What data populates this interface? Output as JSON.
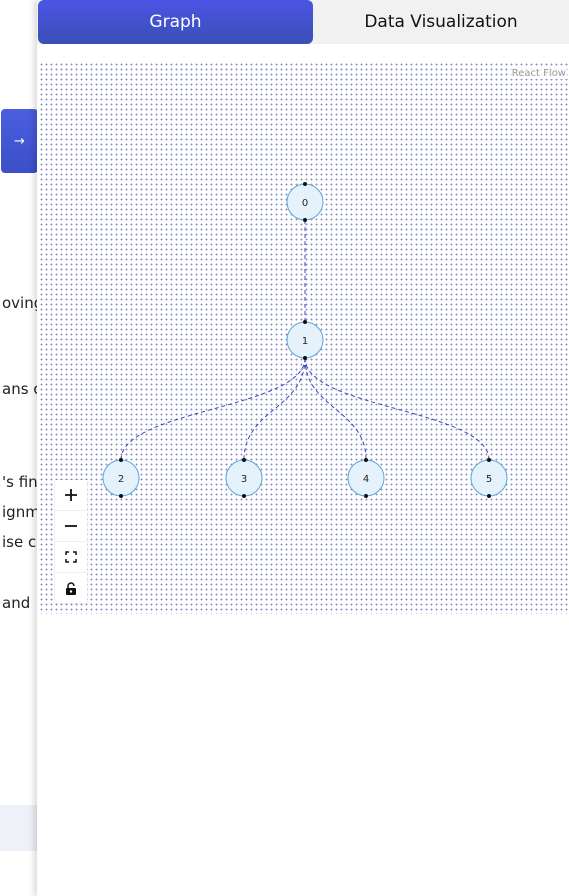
{
  "background": {
    "button_glyph": "→",
    "fragments": [
      "oving",
      "ans c",
      "'s fin",
      "ignm",
      "ise c",
      "and"
    ]
  },
  "tabs": [
    {
      "label": "Graph",
      "active": true
    },
    {
      "label": "Data Visualization",
      "active": false
    }
  ],
  "flow": {
    "attribution": "React Flow",
    "nodes": [
      {
        "id": "0",
        "label": "0"
      },
      {
        "id": "1",
        "label": "1"
      },
      {
        "id": "2",
        "label": "2"
      },
      {
        "id": "3",
        "label": "3"
      },
      {
        "id": "4",
        "label": "4"
      },
      {
        "id": "5",
        "label": "5"
      }
    ],
    "edges": [
      [
        "0",
        "1"
      ],
      [
        "1",
        "2"
      ],
      [
        "1",
        "3"
      ],
      [
        "1",
        "4"
      ],
      [
        "1",
        "5"
      ]
    ]
  },
  "controls": {
    "zoom_in": "zoom-in-icon",
    "zoom_out": "zoom-out-icon",
    "fit_view": "fit-view-icon",
    "lock": "lock-icon"
  },
  "colors": {
    "accent": "#4a55e0",
    "node_fill": "#e6f2fb",
    "node_stroke": "#5aa5d6",
    "edge": "#3a3fc0"
  }
}
